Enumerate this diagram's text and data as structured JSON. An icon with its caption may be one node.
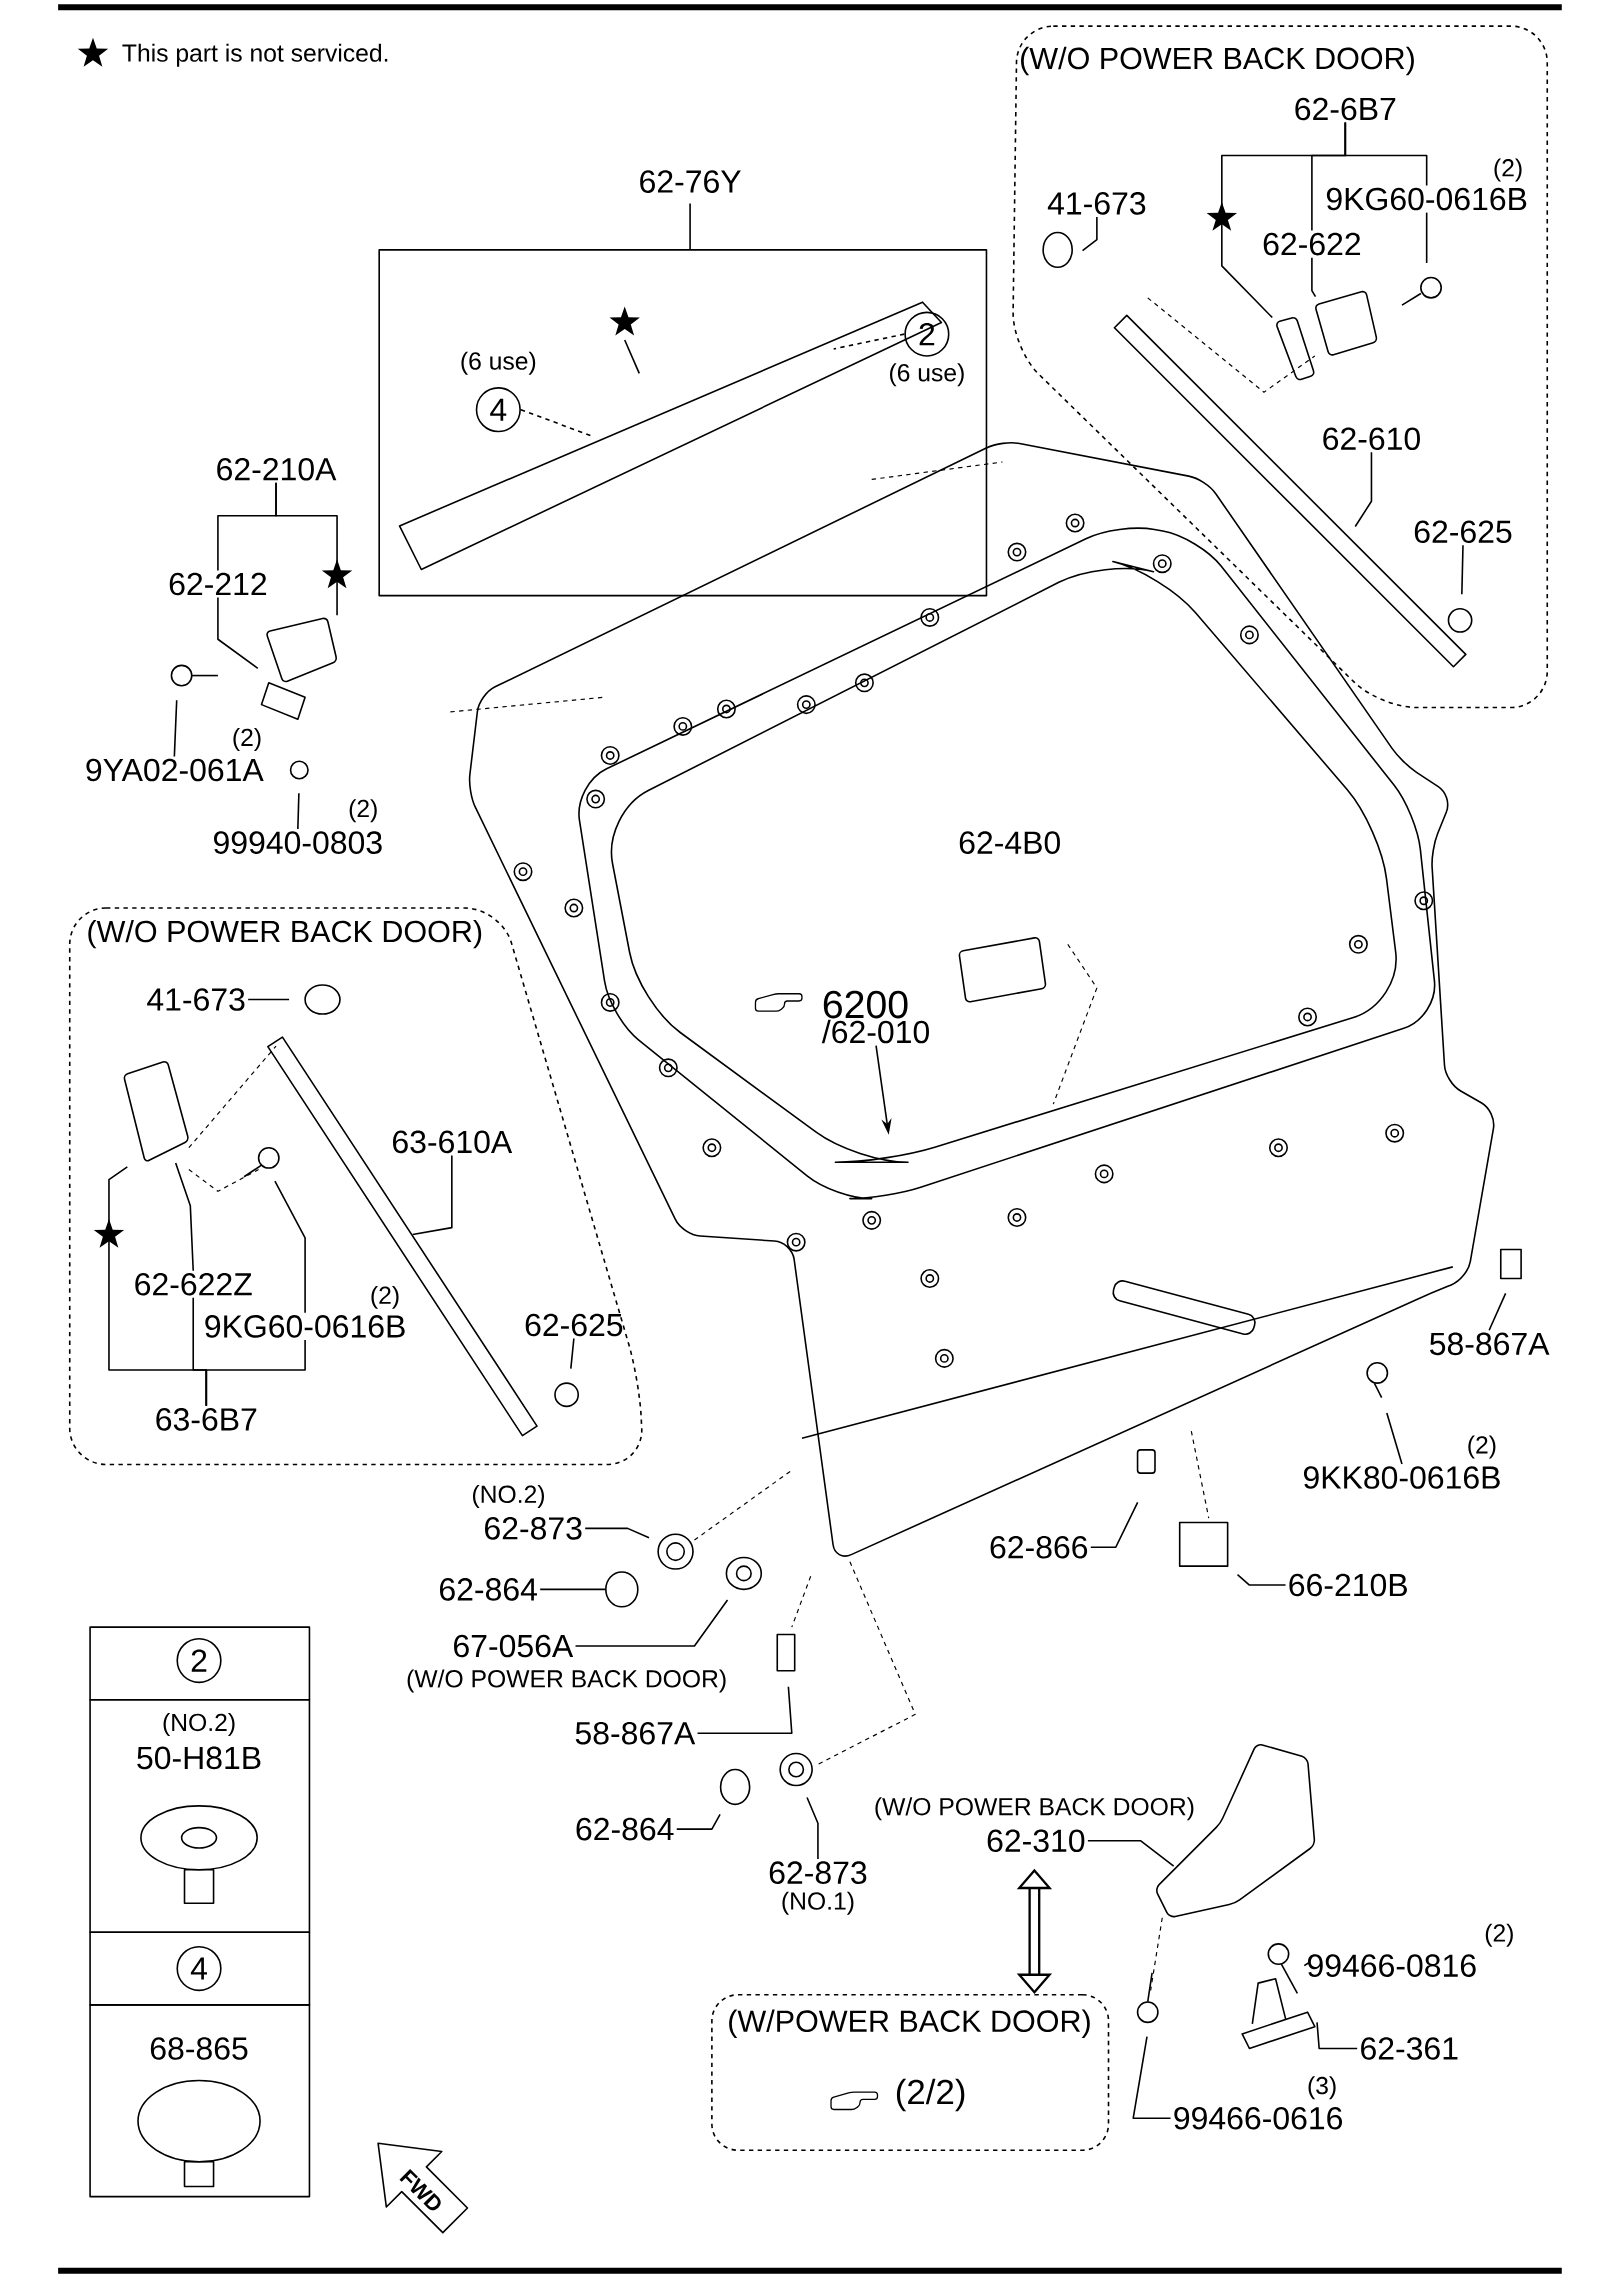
{
  "diagram": {
    "nodes": [
      {
        "text": [
          "(W/O POWER BACK DOOR)"
        ]
      },
      {
        "text": [
          "62-6B7"
        ],
        "in": 0
      },
      {
        "text": [
          "9KG60-0616B"
        ],
        "beside": [
          "(2)"
        ],
        "in": 0
      },
      {
        "text": [
          "41-673"
        ],
        "in": 0
      },
      {
        "text": [
          "62-622"
        ],
        "in": 0
      },
      {
        "text": [
          "62-610"
        ],
        "in": 0
      },
      {
        "text": [
          "62-625"
        ],
        "in": 0
      },
      {
        "text": [
          "62-76Y"
        ]
      },
      {
        "text": [
          "4"
        ],
        "beside": [
          "(6 use)"
        ],
        "in": 7
      },
      {
        "text": [
          "2"
        ],
        "beside": [
          "(6 use)"
        ],
        "in": 7
      },
      {
        "text": [
          "62-210A"
        ]
      },
      {
        "text": [
          "62-212"
        ]
      },
      {
        "text": [
          "9YA02-061A"
        ],
        "beside": [
          "(2)"
        ]
      },
      {
        "text": [
          "99940-0803"
        ],
        "beside": [
          "(2)"
        ]
      },
      {
        "text": [
          "6200",
          "/62-010"
        ]
      },
      {
        "text": [
          "(W/O POWER BACK DOOR)"
        ]
      },
      {
        "text": [
          "41-673"
        ],
        "in": 15
      },
      {
        "text": [
          "63-610A"
        ],
        "in": 15
      },
      {
        "text": [
          "62-622Z"
        ],
        "in": 15
      },
      {
        "text": [
          "9KG60-0616B"
        ],
        "beside": [
          "(2)"
        ],
        "in": 15
      },
      {
        "text": [
          "62-625"
        ],
        "in": 15
      },
      {
        "text": [
          "63-6B7"
        ],
        "in": 15
      },
      {
        "text": [
          "58-867A"
        ]
      },
      {
        "text": [
          "9KK80-0616B"
        ],
        "beside": [
          "(2)"
        ]
      },
      {
        "text": [
          "62-873"
        ],
        "beside": [
          "(NO.2)"
        ]
      },
      {
        "text": [
          "62-864"
        ]
      },
      {
        "text": [
          "62-866"
        ]
      },
      {
        "text": [
          "66-210B"
        ]
      },
      {
        "text": [
          "67-056A"
        ],
        "beside": [
          "(W/O POWER BACK DOOR)"
        ]
      },
      {
        "text": [
          "58-867A"
        ]
      },
      {
        "text": [
          "62-864"
        ]
      },
      {
        "text": [
          "62-873"
        ],
        "beside": [
          "(NO.1)"
        ]
      },
      {
        "text": [
          "62-310"
        ],
        "beside": [
          "(W/O POWER BACK DOOR)"
        ]
      },
      {
        "text": [
          "99466-0816"
        ],
        "beside": [
          "(2)"
        ]
      },
      {
        "text": [
          "62-361"
        ]
      },
      {
        "text": [
          "(W/POWER BACK DOOR)",
          "(2/2)"
        ]
      },
      {
        "text": [
          "99466-0616"
        ],
        "beside": [
          "(3)"
        ]
      },
      {
        "text": [],
        "shape": "picture"
      },
      {
        "text": [],
        "shape": "picture",
        "in": 15
      },
      {
        "text": [],
        "shape": "circle"
      },
      {
        "text": [],
        "shape": "picture"
      }
    ],
    "edges": [
      {
        "from": 1,
        "to": 4,
        "arrow": "none"
      },
      {
        "from": 1,
        "to": 2,
        "arrow": "none"
      },
      {
        "from": 1,
        "to": null,
        "arrow": "none"
      },
      {
        "from": 2,
        "to": null,
        "arrow": "none"
      },
      {
        "from": 3,
        "to": null,
        "arrow": "none"
      },
      {
        "from": 4,
        "to": null,
        "arrow": "none"
      },
      {
        "from": 5,
        "to": null,
        "arrow": "none"
      },
      {
        "from": 6,
        "to": null,
        "arrow": "none"
      },
      {
        "from": 8,
        "to": null,
        "arrow": "none",
        "style": "dashed"
      },
      {
        "from": 9,
        "to": null,
        "arrow": "none",
        "style": "dashed"
      },
      {
        "from": 10,
        "to": 11,
        "arrow": "none"
      },
      {
        "from": 10,
        "to": 37,
        "arrow": "none"
      },
      {
        "from": 11,
        "to": 37,
        "arrow": "none"
      },
      {
        "from": 12,
        "to": null,
        "arrow": "none"
      },
      {
        "from": 13,
        "to": null,
        "arrow": "none"
      },
      {
        "from": 14,
        "to": null,
        "arrow": "to"
      },
      {
        "from": 16,
        "to": null,
        "arrow": "none"
      },
      {
        "from": 17,
        "to": 38,
        "arrow": "none"
      },
      {
        "from": 18,
        "to": null,
        "arrow": "none"
      },
      {
        "from": 19,
        "to": null,
        "arrow": "none"
      },
      {
        "from": 20,
        "to": null,
        "arrow": "none"
      },
      {
        "from": 21,
        "to": 18,
        "arrow": "none"
      },
      {
        "from": 21,
        "to": 19,
        "arrow": "none"
      },
      {
        "from": 21,
        "to": null,
        "arrow": "none"
      },
      {
        "from": 22,
        "to": null,
        "arrow": "none"
      },
      {
        "from": 23,
        "to": null,
        "arrow": "none"
      },
      {
        "from": 24,
        "to": null,
        "arrow": "none"
      },
      {
        "from": 25,
        "to": 39,
        "arrow": "none"
      },
      {
        "from": 26,
        "to": null,
        "arrow": "none"
      },
      {
        "from": 27,
        "to": null,
        "arrow": "none"
      },
      {
        "from": 28,
        "to": null,
        "arrow": "none"
      },
      {
        "from": 29,
        "to": null,
        "arrow": "none"
      },
      {
        "from": 30,
        "to": null,
        "arrow": "none"
      },
      {
        "from": 31,
        "to": null,
        "arrow": "none"
      },
      {
        "from": 32,
        "to": null,
        "arrow": "none"
      },
      {
        "from": 33,
        "to": null,
        "arrow": "none"
      },
      {
        "from": 34,
        "to": 40,
        "arrow": "none"
      },
      {
        "from": 36,
        "to": null,
        "arrow": "none"
      },
      {
        "from": 35,
        "to": 32,
        "arrow": "both",
        "style": "thick"
      }
    ],
    "labels": [
      "62-4B0",
      "FWD",
      "2",
      "(NO.2)",
      "50-H81B",
      "4",
      "68-865"
    ],
    "legend": [
      {
        "text": "This part is not serviced."
      }
    ]
  }
}
